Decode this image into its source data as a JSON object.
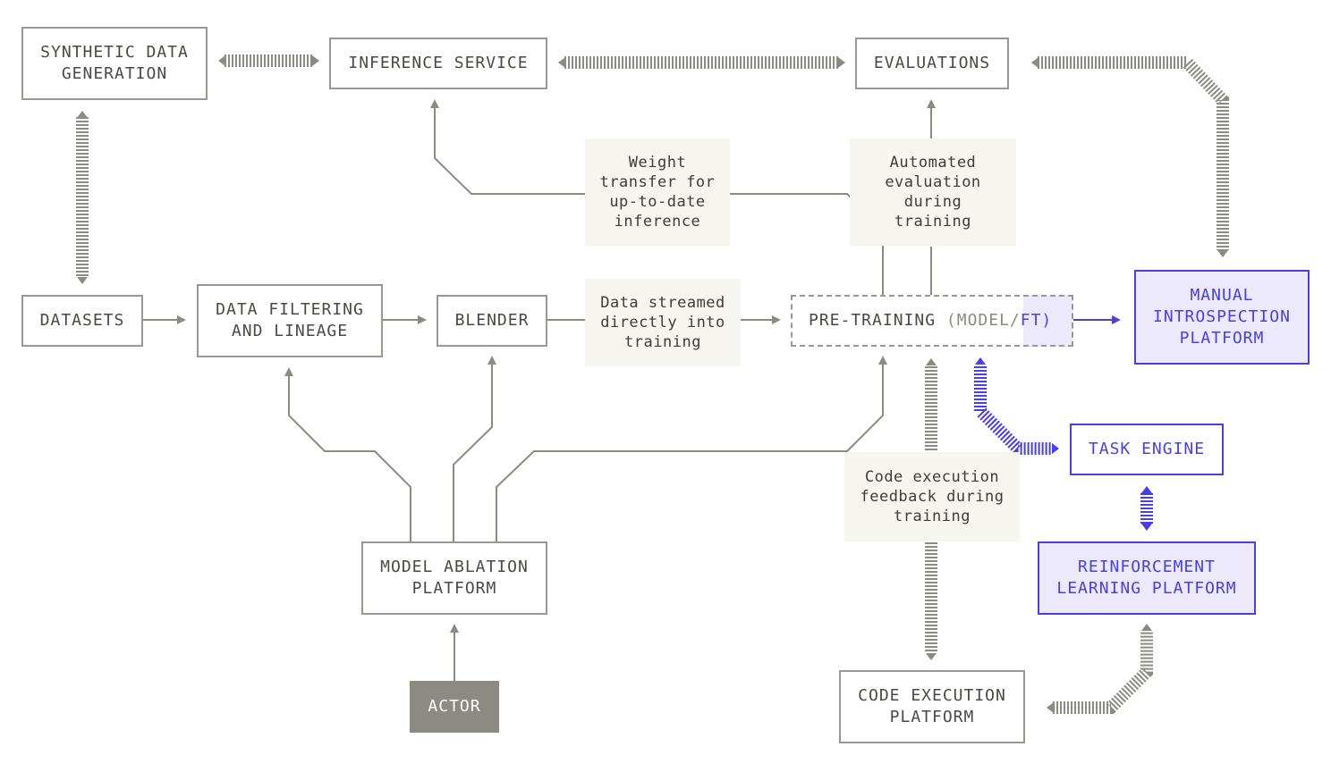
{
  "nodes": {
    "synthetic_data_generation": "SYNTHETIC DATA\nGENERATION",
    "inference_service": "INFERENCE SERVICE",
    "evaluations": "EVALUATIONS",
    "datasets": "DATASETS",
    "data_filtering": "DATA FILTERING\nAND LINEAGE",
    "blender": "BLENDER",
    "pre_training": "PRE-TRAINING",
    "pre_training_suffix": "(MODEL/",
    "pre_training_suffix_blue": "FT)",
    "manual_introspection": "MANUAL\nINTROSPECTION\nPLATFORM",
    "task_engine": "TASK ENGINE",
    "reinforcement_learning": "REINFORCEMENT\nLEARNING PLATFORM",
    "model_ablation": "MODEL ABLATION\nPLATFORM",
    "actor": "ACTOR",
    "code_execution": "CODE EXECUTION\nPLATFORM"
  },
  "labels": {
    "weight_transfer": "Weight\ntransfer for\nup-to-date\ninference",
    "automated_evaluation": "Automated\nevaluation\nduring\ntraining",
    "data_streamed": "Data streamed\ndirectly into\ntraining",
    "code_execution_feedback": "Code execution\nfeedback during\ntraining"
  },
  "colors": {
    "gray_line": "#8d8a84",
    "accent_blue": "#4a3ee6",
    "blue_fill": "#ebe9fb",
    "label_bg": "#f7f5ef",
    "actor_fill": "#8d8a84"
  }
}
